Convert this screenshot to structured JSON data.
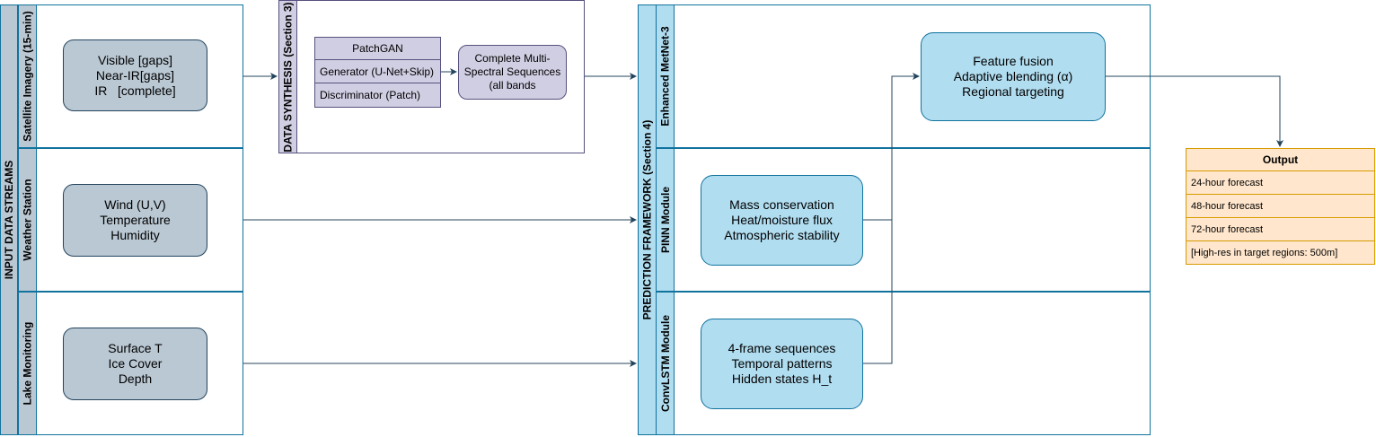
{
  "input_streams": {
    "title": "INPUT DATA STREAMS",
    "lanes": [
      {
        "label": "Satellite Imagery (15-min)",
        "node": "Visible [gaps]\nNear-IR[gaps]\nIR   [complete]"
      },
      {
        "label": "Weather Station",
        "node": "Wind (U,V)\nTemperature\nHumidity"
      },
      {
        "label": "Lake Monitoring",
        "node": "Surface T\nIce Cover\nDepth"
      }
    ]
  },
  "data_synthesis": {
    "title": "DATA SYNTHESIS (Section 3)",
    "patchgan": {
      "header": "PatchGAN",
      "rows": [
        "Generator (U-Net+Skip)",
        "Discriminator (Patch)"
      ]
    },
    "output_node": "Complete Multi-\nSpectral Sequences\n(all bands"
  },
  "prediction": {
    "title": "PREDICTION FRAMEWORK (Section 4)",
    "lanes": [
      {
        "label": "Enhanced MetNet-3",
        "node": "Feature fusion\nAdaptive blending (α)\nRegional targeting"
      },
      {
        "label": "PINN Module",
        "node": "Mass conservation\nHeat/moisture flux\nAtmospheric stability"
      },
      {
        "label": "ConvLSTM Module",
        "node": "4-frame sequences\nTemporal patterns\nHidden states H_t"
      }
    ]
  },
  "output": {
    "header": "Output",
    "rows": [
      "24-hour forecast",
      "48-hour forecast",
      "72-hour forecast",
      "[High-res in target regions: 500m]"
    ]
  },
  "colors": {
    "lane_stroke": "#10739e",
    "lane_header_blue": "#b1ddf0",
    "lane_header_gray": "#bac8d3",
    "purple_fill": "#d0cee2",
    "purple_stroke": "#56517e",
    "orange_fill": "#ffe6cc",
    "orange_stroke": "#d79b00",
    "connector": "#23445d"
  }
}
